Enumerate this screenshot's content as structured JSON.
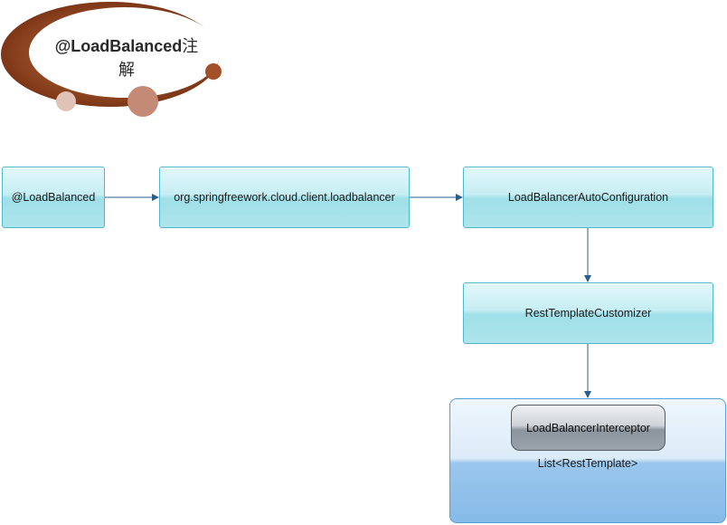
{
  "title": {
    "main": "@LoadBalanced",
    "suffix": "注",
    "line2": "解"
  },
  "nodes": {
    "annotation": "@LoadBalanced",
    "package": "org.springfreework.cloud.client.loadbalancer",
    "auto_config": "LoadBalancerAutoConfiguration",
    "customizer": "RestTemplateCustomizer",
    "interceptor": "LoadBalancerInterceptor",
    "rest_template_list": "List<RestTemplate>"
  },
  "colors": {
    "title_ring": "#9a4a24",
    "node_fill": "#c6eef3",
    "container_fill": "#9ac6ec",
    "arrow": "#2a5d8c"
  }
}
